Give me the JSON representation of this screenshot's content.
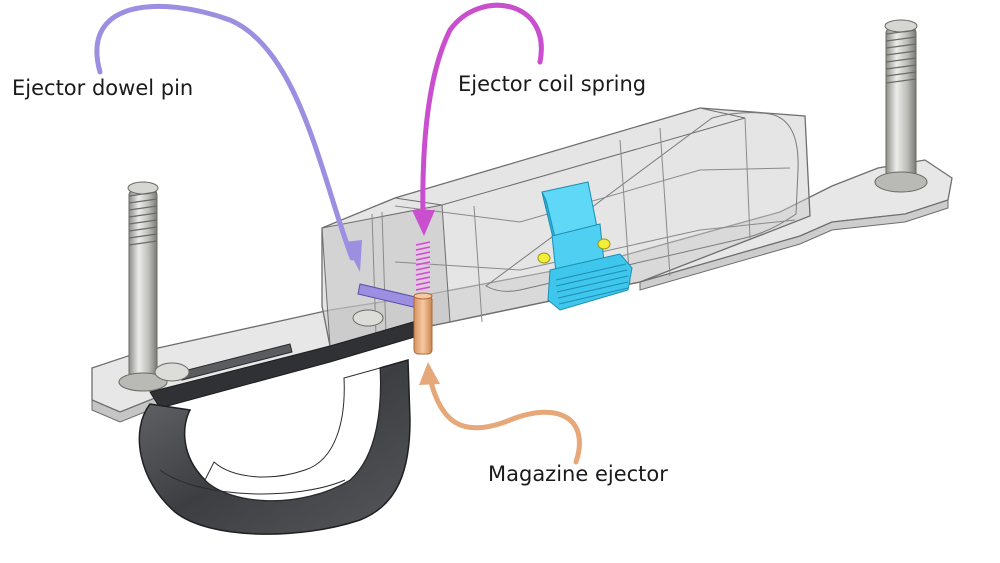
{
  "labels": {
    "dowel_pin": "Ejector dowel pin",
    "coil_spring": "Ejector coil spring",
    "magazine_ejector": "Magazine ejector"
  },
  "colors": {
    "dowel_pin": "#9c8ee0",
    "coil_spring": "#c94fcf",
    "magazine_ejector": "#e6a878",
    "latch": "#4fd0f2",
    "trigger_guard": "#4a4c50",
    "housing_outline": "#6e6e6e",
    "screw": "#c9c9c6"
  }
}
